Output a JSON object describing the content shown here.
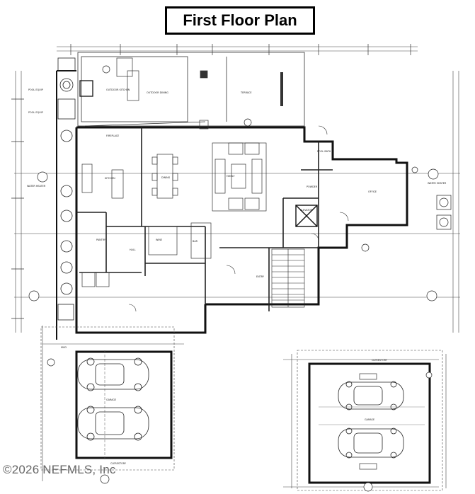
{
  "title": "First Floor Plan",
  "copyright": "©2026 NEFMLS, Inc",
  "colors": {
    "ink": "#111111",
    "wall": "#222222",
    "dim": "#555555",
    "watermark": "#666666"
  },
  "rooms": {
    "outdoor_kitchen": "OUTDOOR KITCHEN",
    "outdoor_dining": "OUTDOOR DINING",
    "terrace": "TERRACE",
    "pool_bath": "POOL BATH",
    "family": "FAMILY",
    "dining": "DINING",
    "kitchen": "KITCHEN",
    "pantry": "PANTRY",
    "office": "OFFICE",
    "elevator": "ELEVATOR",
    "powder": "POWDER",
    "wine": "WINE",
    "bar": "BAR",
    "entry": "ENTRY",
    "hall": "HALL",
    "garage": "GARAGE",
    "garage_2": "GARAGE",
    "clerestory": "CLERESTORY",
    "clerestory_2": "CLERESTORY",
    "water_heater": "WATER HEATER",
    "water_heater_2": "WATER HEATER",
    "pool_equip": "POOL EQUIP",
    "pool_equip_2": "POOL EQUIP",
    "fire_place": "FIREPLACE",
    "mud": "MUD"
  }
}
